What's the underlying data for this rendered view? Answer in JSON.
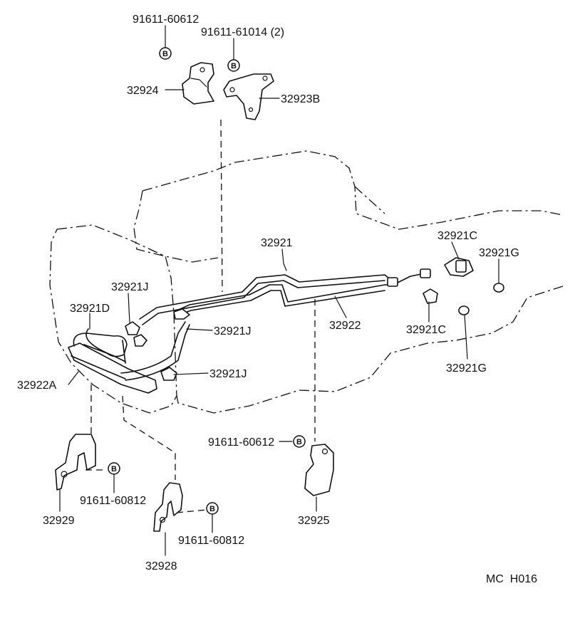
{
  "diagram": {
    "code": "MC  H016",
    "bolt_marker": "B",
    "callouts": {
      "c_91611_60612_top": "91611-60612",
      "c_91611_61014": "91611-61014 (2)",
      "c_32924": "32924",
      "c_32923B": "32923B",
      "c_32921": "32921",
      "c_32921C_a": "32921C",
      "c_32921G_a": "32921G",
      "c_32921J_a": "32921J",
      "c_32921D": "32921D",
      "c_32921J_b": "32921J",
      "c_32922": "32922",
      "c_32921C_b": "32921C",
      "c_32921G_b": "32921G",
      "c_32921J_c": "32921J",
      "c_32922A": "32922A",
      "c_91611_60612_mid": "91611-60612",
      "c_32929": "32929",
      "c_91611_60812_a": "91611-60812",
      "c_32925": "32925",
      "c_91611_60812_b": "91611-60812",
      "c_32928": "32928"
    }
  }
}
